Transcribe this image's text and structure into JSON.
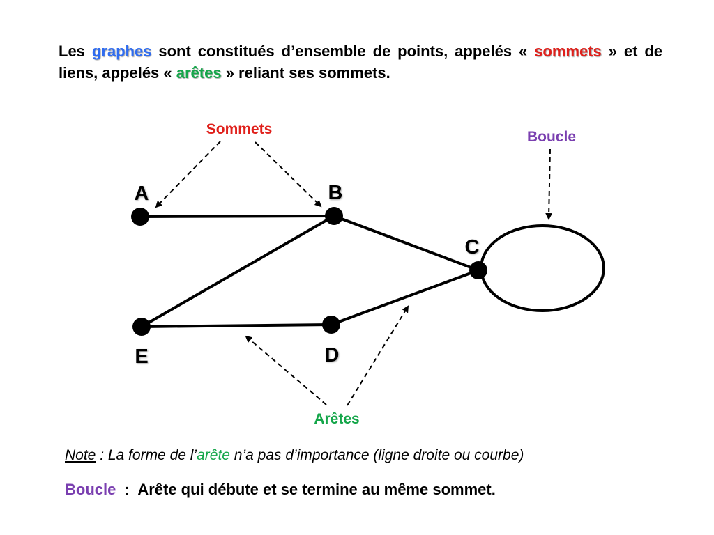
{
  "intro": {
    "p1": "Les ",
    "graphes": "graphes",
    "p2": " sont constitués d’ensemble de points, appelés « ",
    "sommets": "sommets",
    "p3": " » et de liens, appelés « ",
    "aretes": "arêtes",
    "p4": " » reliant ses sommets."
  },
  "diagram": {
    "vertices": [
      "A",
      "B",
      "C",
      "D",
      "E"
    ],
    "edges": [
      [
        "A",
        "B"
      ],
      [
        "B",
        "E"
      ],
      [
        "B",
        "C"
      ],
      [
        "E",
        "D"
      ],
      [
        "D",
        "C"
      ],
      [
        "C",
        "C"
      ]
    ],
    "labels": {
      "sommets": "Sommets",
      "boucle": "Boucle",
      "aretes": "Arêtes"
    }
  },
  "note": {
    "label": "Note",
    "t1": " : La forme de l’",
    "arete": "arête",
    "t2": " n’a pas d’importance (ligne droite ou courbe)"
  },
  "definition": {
    "term": "Boucle",
    "sep": "  :  ",
    "text": "Arête qui débute et se termine au même sommet."
  },
  "colors": {
    "blue": "#2f6cf0",
    "red": "#e0201b",
    "green": "#15a64a",
    "purple": "#7a3fb0"
  }
}
